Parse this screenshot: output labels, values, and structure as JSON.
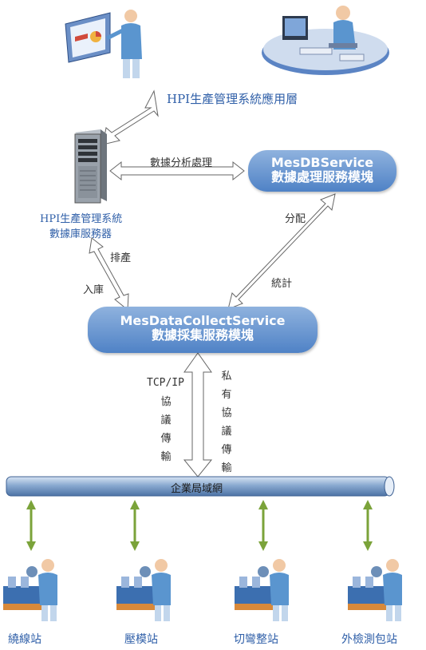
{
  "nodes": {
    "app_layer": "HPI生產管理系統應用層",
    "db_server_line1": "HPI生產管理系統",
    "db_server_line2": "數據庫服務器",
    "mesdb_title": "MesDBService",
    "mesdb_subtitle": "數據處理服務模塊",
    "collect_title": "MesDataCollectService",
    "collect_subtitle": "數據採集服務模塊",
    "lan": "企業局域網"
  },
  "edges": {
    "analysis": "數據分析處理",
    "distribute": "分配",
    "schedule": "排產",
    "store": "入庫",
    "stats": "統計",
    "tcpip": "TCP/IP",
    "tcpip_chars": [
      "協",
      "議",
      "傳",
      "輸"
    ],
    "private_chars": [
      "私",
      "有",
      "協",
      "議",
      "傳",
      "輸"
    ]
  },
  "stations": [
    {
      "name": "繞線站"
    },
    {
      "name": "壓模站"
    },
    {
      "name": "切彎整站"
    },
    {
      "name": "外檢測包站"
    }
  ],
  "colors": {
    "label_blue": "#2f5fa8",
    "pill_top": "#8fb2de",
    "pill_bottom": "#4f82c6",
    "arrow_green": "#7ba33a",
    "lan_pipe": "#8aaad0"
  },
  "icons": [
    "presenter-icon",
    "desk-workstation-icon",
    "server-tower-icon",
    "factory-worker-icon"
  ]
}
